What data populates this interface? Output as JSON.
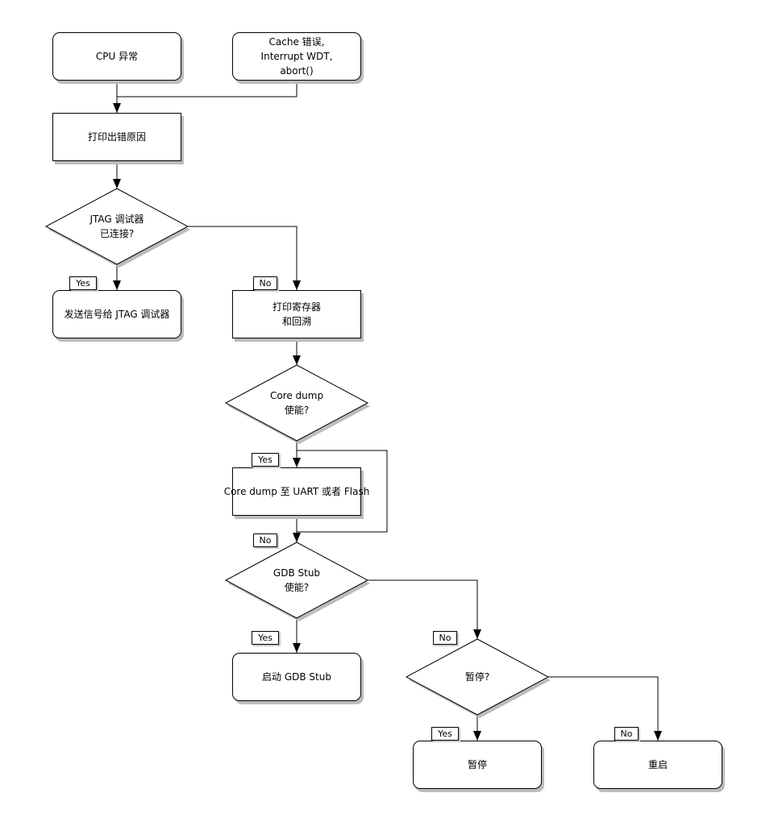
{
  "diagram": {
    "background_color": "#ffffff",
    "line_color": "#000000",
    "shadow_color": "#bcbcbc",
    "nodes": {
      "cpu_exception": {
        "label": "CPU 异常",
        "shape": "roundedbox"
      },
      "other_crash": {
        "label": "Cache 错误,\nInterrupt WDT,\nabort()",
        "shape": "roundedbox"
      },
      "print_reason": {
        "label": "打印出错原因",
        "shape": "box"
      },
      "jtag_connected": {
        "label": "JTAG 调试器\n已连接?",
        "shape": "diamond"
      },
      "send_to_jtag": {
        "label": "发送信号给 JTAG 调试器",
        "shape": "roundedbox"
      },
      "print_registers": {
        "label": "打印寄存器\n和回溯",
        "shape": "box"
      },
      "coredump_enabled": {
        "label": "Core dump\n使能?",
        "shape": "diamond"
      },
      "do_coredump": {
        "label": "Core dump 至 UART 或者 Flash",
        "shape": "box"
      },
      "gdbstub_enabled": {
        "label": "GDB Stub\n使能?",
        "shape": "diamond"
      },
      "start_gdbstub": {
        "label": "启动 GDB Stub",
        "shape": "roundedbox"
      },
      "halt_question": {
        "label": "暂停?",
        "shape": "diamond"
      },
      "halt": {
        "label": "暂停",
        "shape": "roundedbox"
      },
      "reboot": {
        "label": "重启",
        "shape": "roundedbox"
      }
    },
    "edge_labels": {
      "jtag_yes": "Yes",
      "jtag_no": "No",
      "coredump_yes": "Yes",
      "coredump_no": "No",
      "gdbstub_yes": "Yes",
      "gdbstub_no": "No",
      "halt_yes": "Yes",
      "halt_no": "No"
    }
  }
}
